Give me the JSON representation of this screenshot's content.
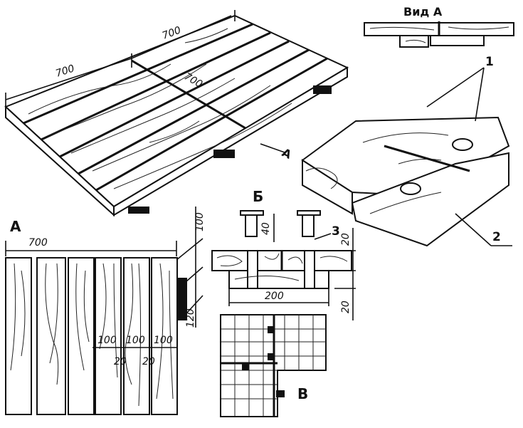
{
  "main_view": {
    "dim_length_left": "700",
    "dim_length_right": "700",
    "dim_diagonal": "700",
    "view_arrow_label": "А"
  },
  "view_a_top": {
    "title": "Вид А"
  },
  "joint_detail": {
    "callout_1": "1",
    "callout_2": "2"
  },
  "section_b": {
    "title": "Б",
    "callout_3": "3",
    "dim_40": "40",
    "dim_20_top": "20",
    "dim_20_bottom": "20",
    "dim_200": "200"
  },
  "view_a": {
    "title": "А",
    "dim_width": "700",
    "dim_100_side": "100",
    "dim_120": "120",
    "board_widths": [
      "100",
      "100",
      "100"
    ],
    "gaps": [
      "20",
      "20"
    ]
  },
  "plan_v": {
    "title": "В"
  }
}
